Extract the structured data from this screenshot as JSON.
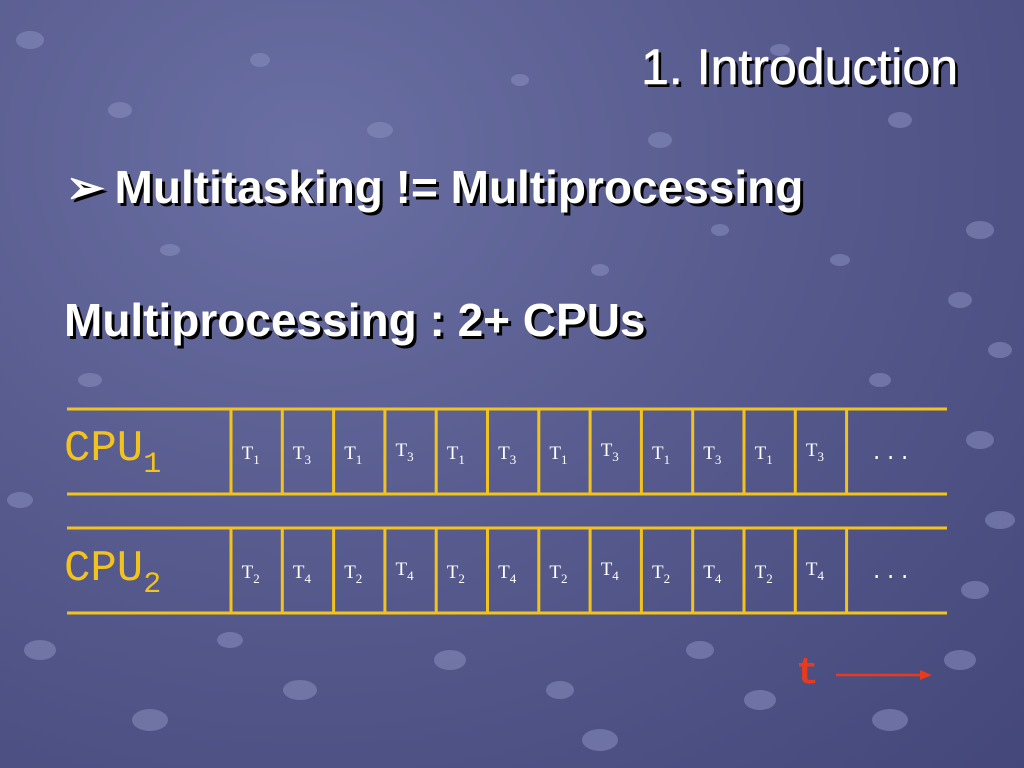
{
  "title": "1. Introduction",
  "bullet": {
    "icon": "arrow-bullet-icon",
    "text": "Multitasking != Multiprocessing"
  },
  "subheading": "Multiprocessing : 2+ CPUs",
  "colors": {
    "grid_line": "#f2c31d",
    "cpu_label": "#f2c31d",
    "cell_text": "#ffffff",
    "time_arrow": "#e83a1c"
  },
  "cpus": [
    {
      "label": "CPU",
      "sub": "1",
      "cells": [
        {
          "t": "T",
          "s": "1"
        },
        {
          "t": "T",
          "s": "3"
        },
        {
          "t": "T",
          "s": "1"
        },
        {
          "t": "T",
          "s": "3"
        },
        {
          "t": "T",
          "s": "1"
        },
        {
          "t": "T",
          "s": "3"
        },
        {
          "t": "T",
          "s": "1"
        },
        {
          "t": "T",
          "s": "3"
        },
        {
          "t": "T",
          "s": "1"
        },
        {
          "t": "T",
          "s": "3"
        },
        {
          "t": "T",
          "s": "1"
        },
        {
          "t": "T",
          "s": "3"
        }
      ],
      "ellipsis": "..."
    },
    {
      "label": "CPU",
      "sub": "2",
      "cells": [
        {
          "t": "T",
          "s": "2"
        },
        {
          "t": "T",
          "s": "4"
        },
        {
          "t": "T",
          "s": "2"
        },
        {
          "t": "T",
          "s": "4"
        },
        {
          "t": "T",
          "s": "2"
        },
        {
          "t": "T",
          "s": "4"
        },
        {
          "t": "T",
          "s": "2"
        },
        {
          "t": "T",
          "s": "4"
        },
        {
          "t": "T",
          "s": "2"
        },
        {
          "t": "T",
          "s": "4"
        },
        {
          "t": "T",
          "s": "2"
        },
        {
          "t": "T",
          "s": "4"
        }
      ],
      "ellipsis": "..."
    }
  ],
  "time_label": "t"
}
